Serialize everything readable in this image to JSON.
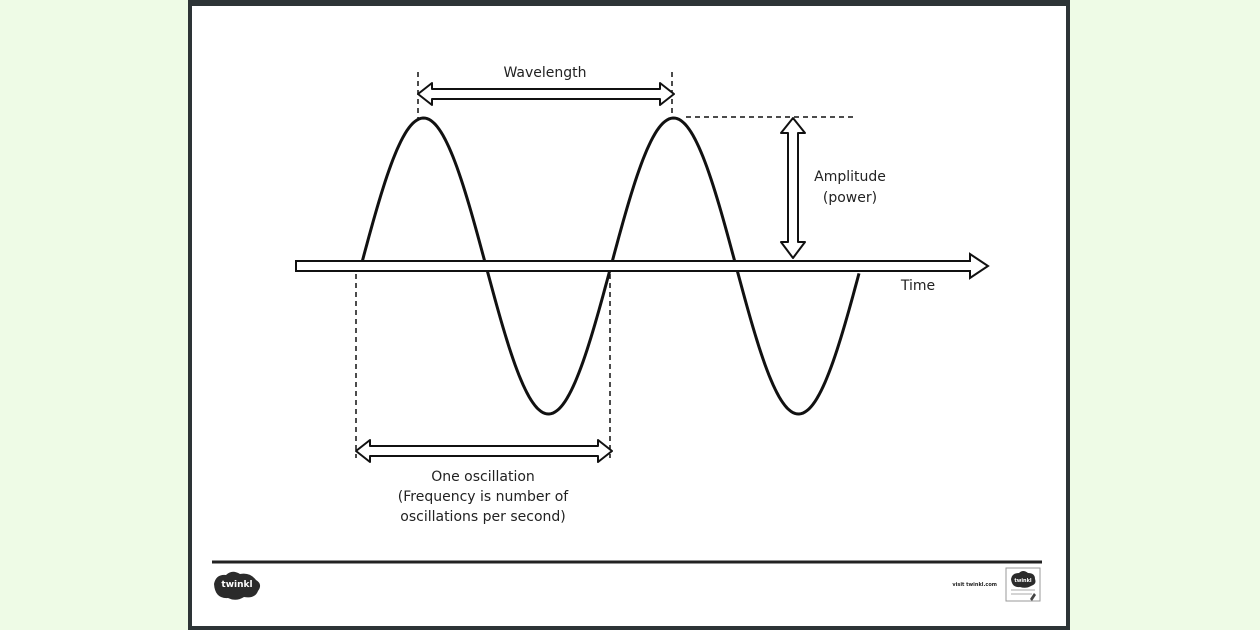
{
  "diagram": {
    "labels": {
      "wavelength": "Wavelength",
      "amplitude_line1": "Amplitude",
      "amplitude_line2": "(power)",
      "time": "Time",
      "oscillation_line1": "One oscillation",
      "oscillation_line2": "(Frequency is number of",
      "oscillation_line3": "oscillations per second)"
    }
  },
  "footer": {
    "logo_text": "twinkl",
    "url": "visit twinkl.com",
    "badge_text": "twinkl"
  }
}
